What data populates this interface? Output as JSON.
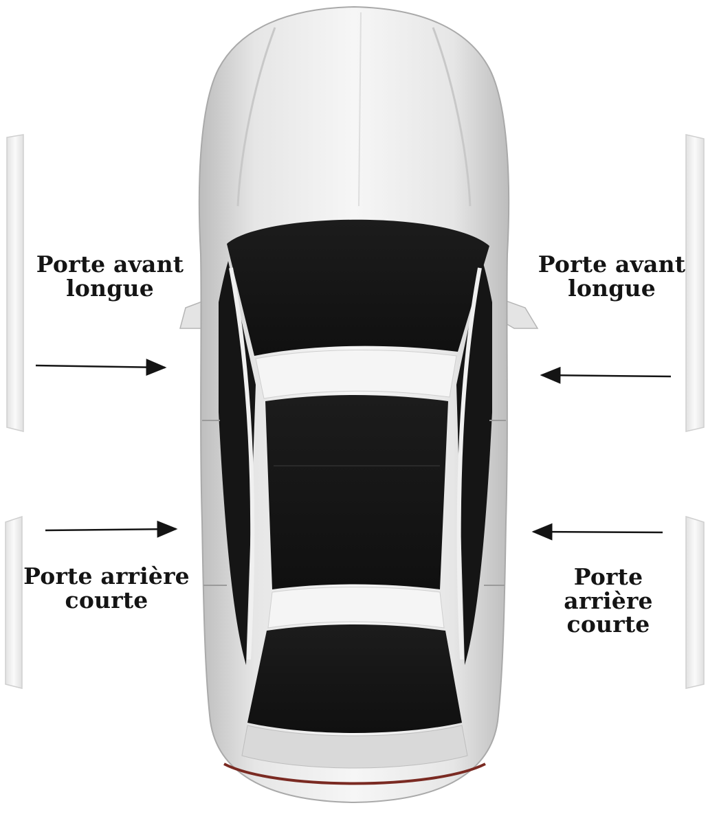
{
  "labels": {
    "front_left": {
      "line1": "Porte avant",
      "line2": "longue"
    },
    "front_right": {
      "line1": "Porte avant",
      "line2": "longue"
    },
    "rear_left": {
      "line1": "Porte arrière",
      "line2": "courte"
    },
    "rear_right": {
      "line1": "Porte",
      "line2": "arrière",
      "line3": "courte"
    }
  },
  "colors": {
    "background": "#ffffff",
    "car_body": "#d6d6d6",
    "car_highlight": "#f4f4f4",
    "glass": "#161616",
    "arrow": "#141414",
    "text": "#141414",
    "tail_accent": "#7a2a22"
  }
}
